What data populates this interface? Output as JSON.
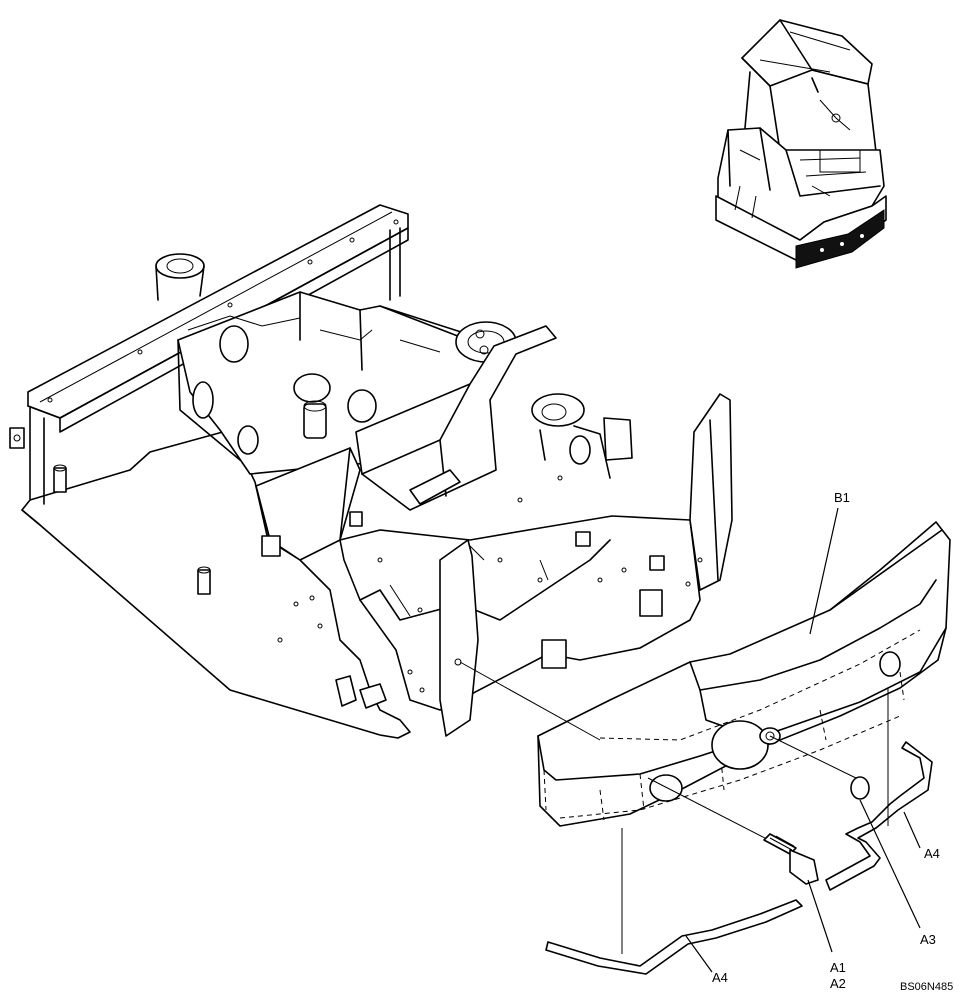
{
  "callouts": {
    "b1": "B1",
    "a1": "A1",
    "a2": "A2",
    "a3": "A3",
    "a4_right": "A4",
    "a4_bottom": "A4"
  },
  "reference_code": "BS06N485"
}
